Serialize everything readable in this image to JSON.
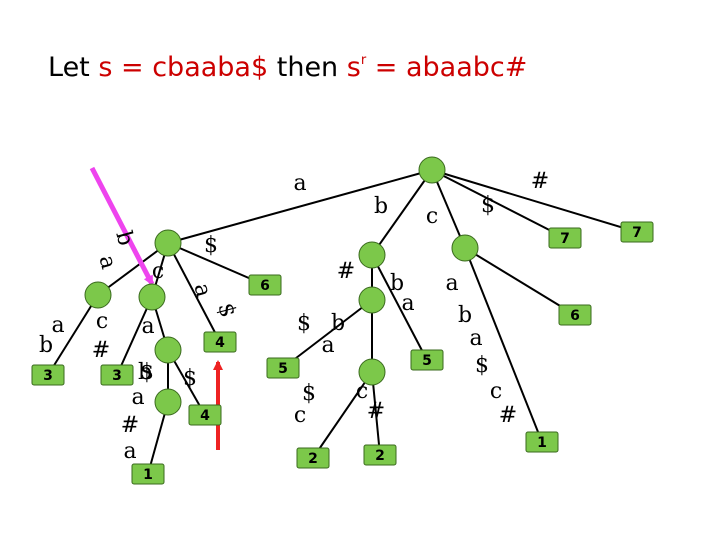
{
  "title": {
    "prefix": "Let ",
    "s_def": "s = cbaaba$",
    "middle": " then ",
    "sr_symbol": "s",
    "sr_sup": "r",
    "sr_def": " = abaabc#"
  },
  "colors": {
    "node_fill": "#7cc84a",
    "leaf_fill": "#7cc84a",
    "edge": "#000000",
    "accent_red": "#cc0000",
    "arrow_magenta": "#ee44ee",
    "arrow_red": "#ee2222"
  },
  "edge_labels": [
    "a",
    "#",
    "b",
    "c",
    "$",
    "$",
    "b",
    "a",
    "c",
    "#",
    "b",
    "a",
    "$",
    "a",
    "b",
    "a",
    "$",
    "c",
    "#",
    "a",
    "b",
    "c",
    "#",
    "a",
    "$",
    "b",
    "a",
    "a",
    "b",
    "a",
    "$",
    "c",
    "#",
    "c",
    "#",
    "a",
    "$",
    "$"
  ],
  "leaf_labels": [
    "7",
    "7",
    "6",
    "6",
    "4",
    "4",
    "5",
    "5",
    "3",
    "3",
    "1",
    "2",
    "2",
    "1"
  ]
}
